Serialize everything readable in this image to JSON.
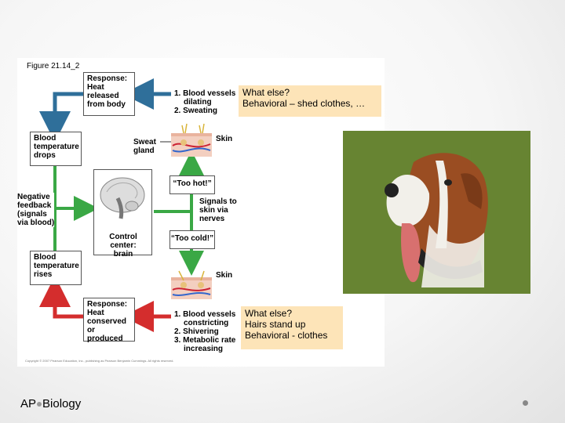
{
  "figure": {
    "label": "Figure 21.14_2",
    "response_top": {
      "title": "Response:",
      "lines": [
        "Heat",
        "released",
        "from body"
      ]
    },
    "response_bottom": {
      "title": "Response:",
      "lines": [
        "Heat",
        "conserved",
        "or produced"
      ]
    },
    "temp_drops": [
      "Blood",
      "temperature",
      "drops"
    ],
    "temp_rises": [
      "Blood",
      "temperature",
      "rises"
    ],
    "negative_feedback": [
      "Negative",
      "feedback",
      "(signals",
      "via blood)"
    ],
    "control_center": [
      "Control center:",
      "brain"
    ],
    "sweat_gland": [
      "Sweat",
      "gland"
    ],
    "skin_top": "Skin",
    "skin_bottom": "Skin",
    "too_hot": "“Too hot!”",
    "too_cold": "“Too cold!”",
    "signals": [
      "Signals to",
      "skin via",
      "nerves"
    ],
    "top_effects": [
      "1. Blood vessels",
      "dilating",
      "2. Sweating"
    ],
    "bottom_effects": [
      "1. Blood vessels",
      "constricting",
      "2. Shivering",
      "3. Metabolic rate",
      "increasing"
    ],
    "copyright": "Copyright © 2007 Pearson Education, Inc., publishing as Pearson Benjamin Cummings. All rights reserved."
  },
  "callout_top": {
    "line1": "What else?",
    "line2": "Behavioral – shed clothes, …"
  },
  "callout_bottom": {
    "line1": "What else?",
    "line2": "Hairs stand up",
    "line3": "Behavioral - clothes"
  },
  "footer": {
    "part1": "AP",
    "part2": "Biology"
  },
  "colors": {
    "blue": "#2f6f9a",
    "green": "#3aa845",
    "red": "#d42d2d",
    "callout": "#fde4b8"
  }
}
